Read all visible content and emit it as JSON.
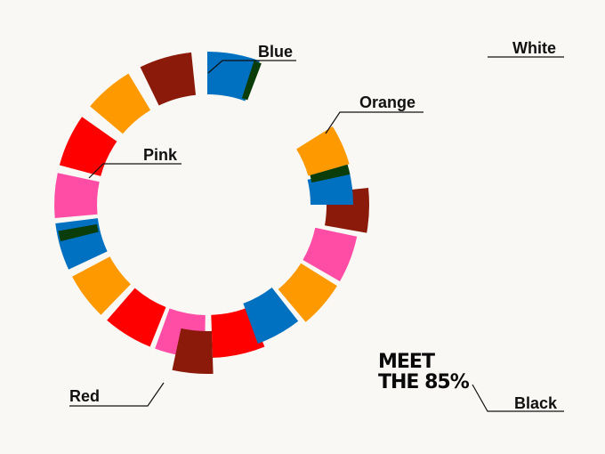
{
  "labels": {
    "blue": "Blue",
    "white": "White",
    "orange": "Orange",
    "pink": "Pink",
    "red": "Red",
    "black": "Black"
  },
  "headline": {
    "line1": "MEET",
    "line2": "THE 85%"
  },
  "colors": {
    "background": "#f9f8f4",
    "blue": "#0070c0",
    "orange": "#ff9900",
    "maroon": "#8b1a0a",
    "red": "#ff0000",
    "pink": "#ff4da6",
    "dark_green": "#0a3d0a",
    "ink": "#111111"
  },
  "ring": {
    "segment_colors": [
      "blue",
      "maroon",
      "orange",
      "red",
      "pink",
      "blue",
      "orange",
      "red",
      "pink",
      "maroon",
      "red",
      "blue",
      "orange",
      "pink",
      "maroon",
      "blue",
      "orange"
    ]
  }
}
